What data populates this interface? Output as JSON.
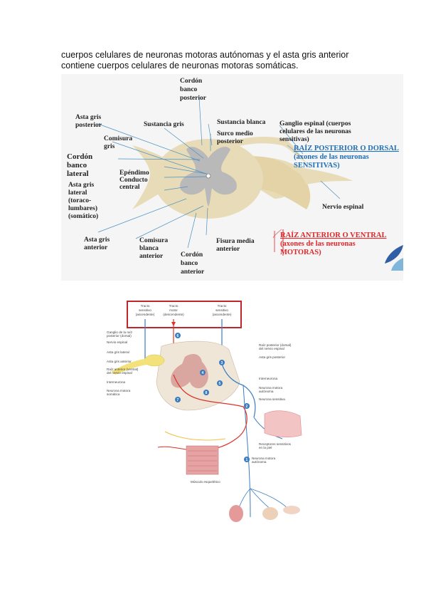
{
  "paragraph": {
    "line1": "cuerpos celulares de neuronas motoras autónomas y el asta gris anterior",
    "line2": "contiene cuerpos celulares de neuronas motoras somáticas."
  },
  "figure1": {
    "labels": {
      "cordon_posterior": [
        "Cordón",
        "banco",
        "posterior"
      ],
      "asta_gris_posterior": [
        "Asta gris",
        "posterior"
      ],
      "sustancia_gris": "Sustancia gris",
      "sustancia_blanca": "Sustancia blanca",
      "surco_medio_posterior": [
        "Surco medio",
        "posterior"
      ],
      "ganglio_espinal": [
        "Ganglio espinal (cuerpos",
        "celulares de las neuronas",
        "sensitivas)"
      ],
      "comisura_gris": [
        "Comisura",
        "gris"
      ],
      "cordon_lateral": [
        "Cordón",
        "banco",
        "lateral"
      ],
      "ependimo": "Epéndimo",
      "conducto_central": [
        "Conducto",
        "central"
      ],
      "asta_gris_lateral": [
        "Asta gris",
        "lateral",
        "(toraco-",
        "lumbares)",
        "(somático)"
      ],
      "nervio_espinal": "Nervio espinal",
      "asta_gris_anterior": [
        "Asta gris",
        "anterior"
      ],
      "comisura_blanca": [
        "Comisura",
        "blanca",
        "anterior"
      ],
      "cordon_anterior": [
        "Cordón",
        "banco",
        "anterior"
      ],
      "fisura_media": [
        "Fisura media",
        "anterior"
      ],
      "raiz_posterior": [
        "RAÍZ POSTERIOR O DORSAL",
        "(axones de las neuronas",
        "SENSITIVAS)"
      ],
      "raiz_anterior": [
        "RAÍZ ANTERIOR O VENTRAL",
        "(axones de las neuronas",
        "MOTORAS)"
      ]
    },
    "colors": {
      "blue": "#1f6fb7",
      "red": "#e0262a",
      "cord": "#e8dcb8",
      "gray_matter": "#b9b9b9"
    }
  },
  "figure2": {
    "tracts": [
      [
        "Tracto",
        "sensitivo",
        "(ascendente)"
      ],
      [
        "Tracto",
        "motor",
        "(descendente)"
      ],
      [
        "Tracto",
        "sensitivo",
        "(ascendente)"
      ]
    ],
    "left_labels": [
      [
        "Ganglio de la raíz",
        "posterior (dorsal)"
      ],
      [
        "Nervio espinal"
      ],
      [
        "Asta gris lateral"
      ],
      [
        "Asta gris anterior"
      ],
      [
        "Raíz anterior (ventral)",
        "del nervio espinal"
      ],
      [
        "Interneurona"
      ],
      [
        "Neurona motora",
        "somática"
      ]
    ],
    "right_labels": [
      [
        "Raíz posterior (dorsal)",
        "del nervio espinal"
      ],
      [
        "Asta gris posterior"
      ],
      [
        "Interneurona"
      ],
      [
        "Neurona motora",
        "autónoma"
      ],
      [
        "Neurona sensitiva"
      ],
      [
        "Receptores sensitivos",
        "en la piel"
      ],
      [
        "Neurona motora",
        "autónoma"
      ]
    ],
    "muscle_label": "Músculo esquelético",
    "step_numbers": [
      "1",
      "2",
      "3",
      "4",
      "5",
      "6",
      "7",
      "8"
    ],
    "colors": {
      "frame": "#c0272d",
      "sensory": "#3a7cc2",
      "motor": "#d9342b",
      "ganglion": "#f3e27a"
    }
  }
}
